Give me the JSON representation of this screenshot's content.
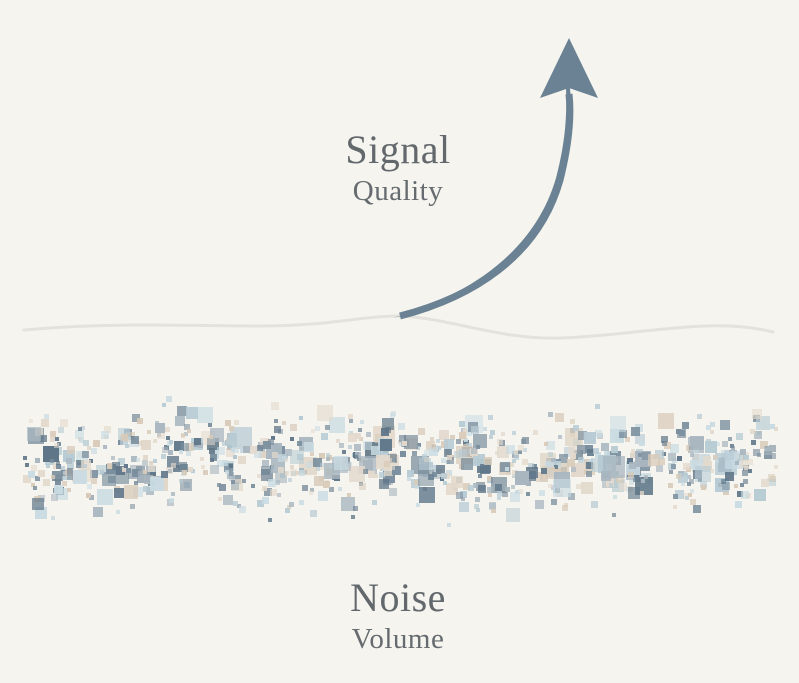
{
  "signal": {
    "title": "Signal",
    "subtitle": "Quality"
  },
  "noise": {
    "title": "Noise",
    "subtitle": "Volume"
  },
  "icons": {
    "arrow": "curved-up-arrow-icon",
    "baseline": "wavy-baseline"
  },
  "colors": {
    "background": "#f5f4ef",
    "text": "#62686c",
    "arrow": "#6a8293",
    "baseline": "#e3e2dd",
    "noise_palette": [
      "#5f7688",
      "#7b8f9e",
      "#d8cab8",
      "#c9dbe2",
      "#a9b6bf",
      "#e3d9cc",
      "#b7cbd4"
    ]
  },
  "noise_field": {
    "x_min": 22,
    "x_max": 778,
    "y_min": 392,
    "y_max": 532,
    "count": 900,
    "seed": 1337
  }
}
